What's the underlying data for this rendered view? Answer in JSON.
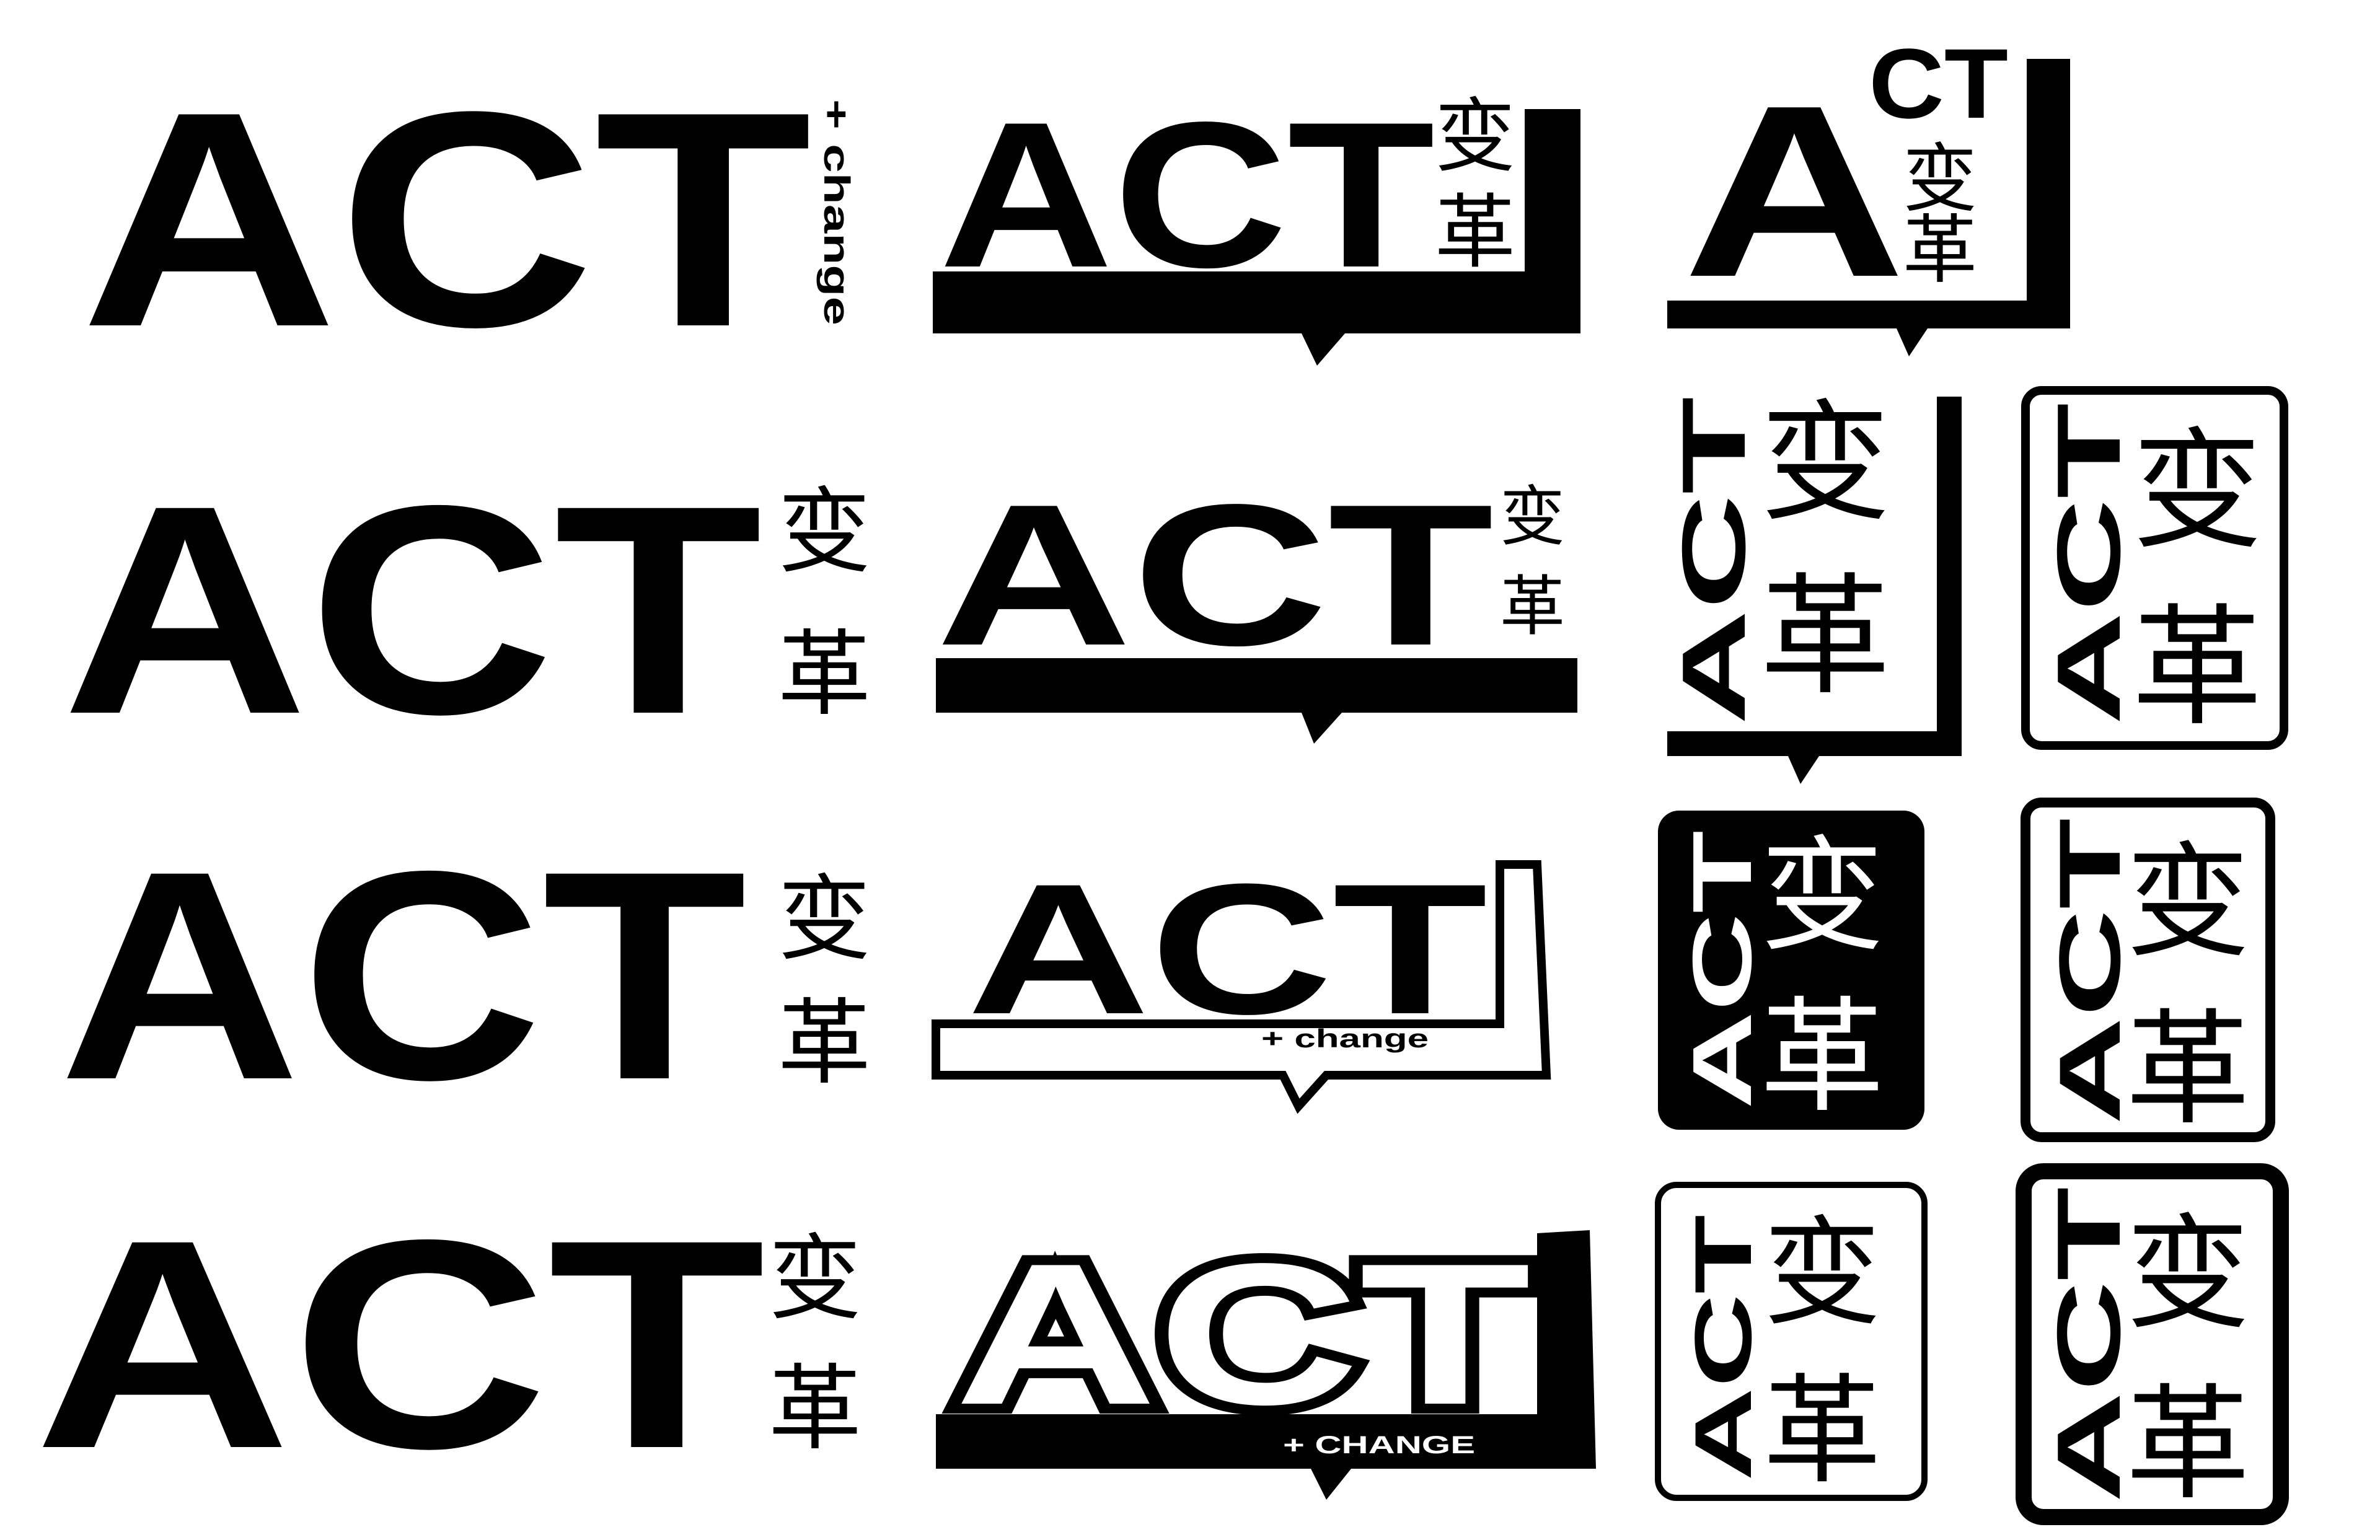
{
  "canvas": {
    "background": "#ffffff",
    "ink": "#000000"
  },
  "text": {
    "act": "ACT",
    "ac": "AC",
    "a": "A",
    "ct": "CT",
    "c": "C",
    "t": "T",
    "kanji1": "变",
    "kanji2": "革",
    "kanji_pair": "变革",
    "plus_change": "+ change",
    "plus_change_upper": "+ CHANGE"
  }
}
